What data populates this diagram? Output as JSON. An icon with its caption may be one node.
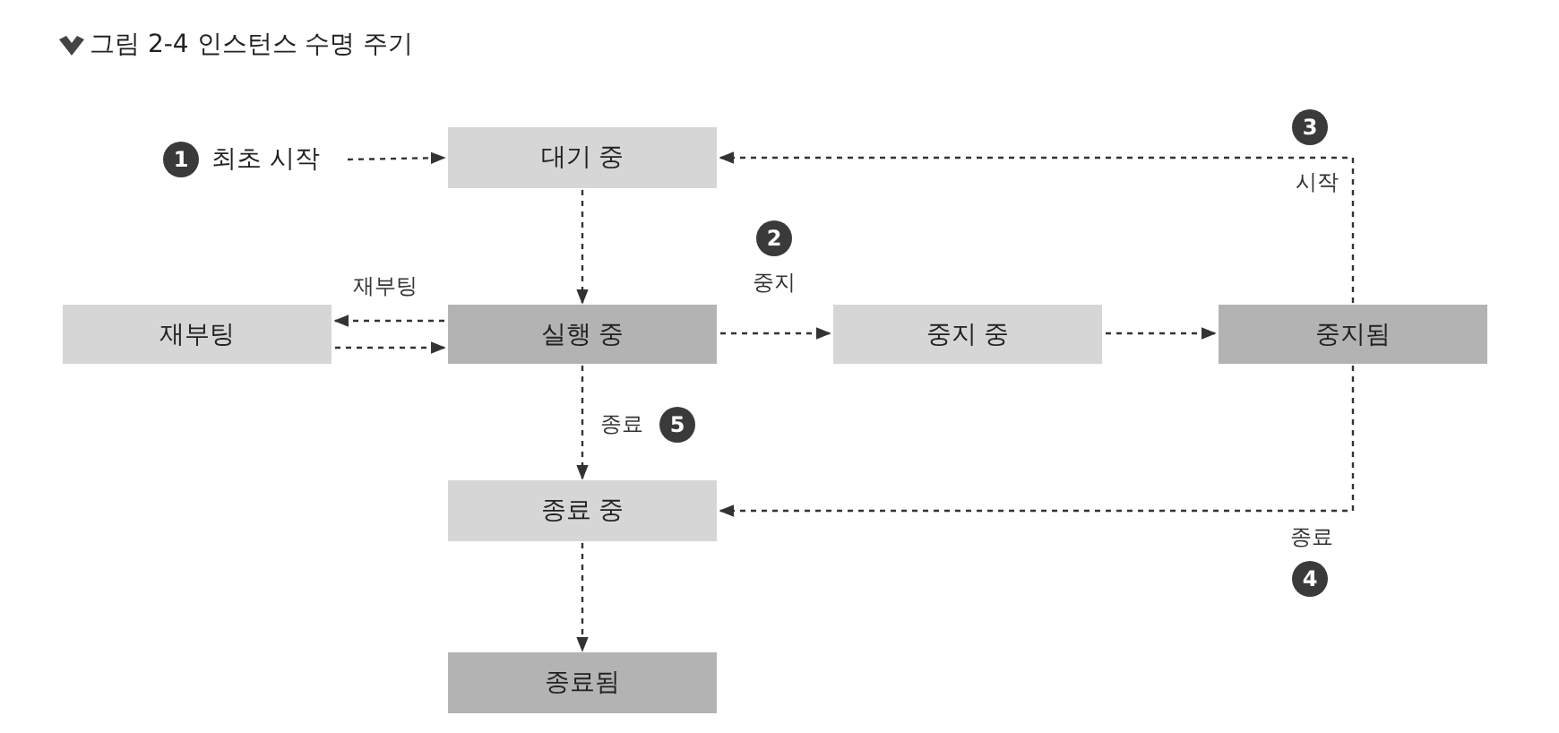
{
  "diagram": {
    "title": "그림 2-4 인스턴스 수명 주기",
    "nodes": [
      {
        "text": [
          "최초 시작"
        ]
      },
      {
        "text": [
          "대기 중"
        ]
      },
      {
        "text": [
          "재부팅"
        ]
      },
      {
        "text": [
          "실행 중"
        ]
      },
      {
        "text": [
          "중지 중"
        ]
      },
      {
        "text": [
          "중지됨"
        ]
      },
      {
        "text": [
          "종료 중"
        ]
      },
      {
        "text": [
          "종료됨"
        ]
      }
    ],
    "edges": [
      {
        "from": 0,
        "to": 1,
        "arrow": "to"
      },
      {
        "from": 1,
        "to": 3,
        "arrow": "to"
      },
      {
        "from": 3,
        "to": 2,
        "arrow": "to",
        "label": "재부팅"
      },
      {
        "from": 2,
        "to": 3,
        "arrow": "to"
      },
      {
        "from": 3,
        "to": 4,
        "arrow": "to",
        "label": "중지"
      },
      {
        "from": 4,
        "to": 5,
        "arrow": "to"
      },
      {
        "from": 5,
        "to": 1,
        "arrow": "to",
        "label": "시작"
      },
      {
        "from": 5,
        "to": 6,
        "arrow": "to",
        "label": "종료"
      },
      {
        "from": 3,
        "to": 6,
        "arrow": "to",
        "label": "종료"
      },
      {
        "from": 6,
        "to": 7,
        "arrow": "to"
      }
    ],
    "labels": [
      "1",
      "2",
      "3",
      "4",
      "5"
    ]
  }
}
